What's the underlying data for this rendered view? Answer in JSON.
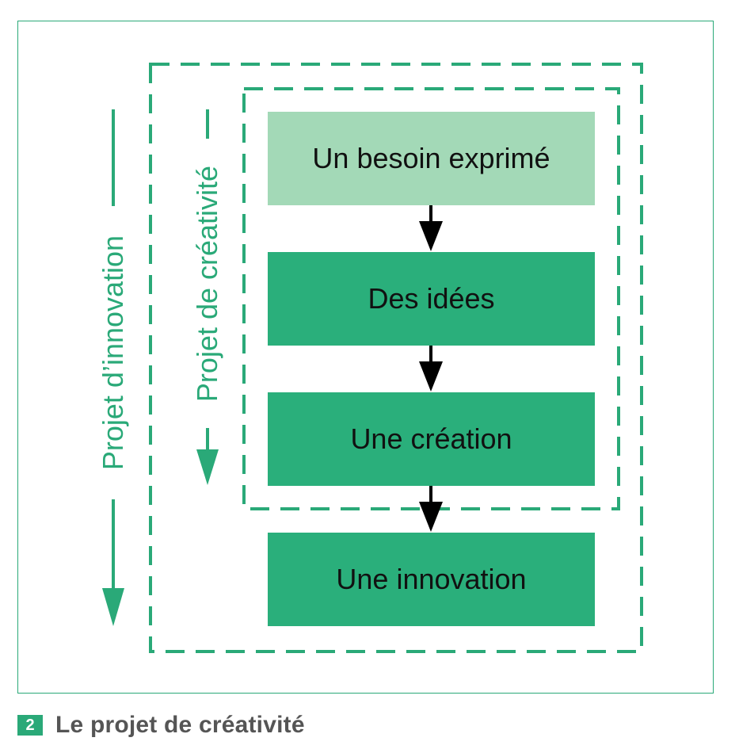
{
  "diagram": {
    "boxes": [
      {
        "label": "Un besoin exprimé",
        "shade": "light"
      },
      {
        "label": "Des idées",
        "shade": "dark"
      },
      {
        "label": "Une création",
        "shade": "dark"
      },
      {
        "label": "Une innovation",
        "shade": "dark"
      }
    ],
    "outer_scope_label": "Projet d’innovation",
    "inner_scope_label": "Projet de créativité"
  },
  "caption": {
    "number": "2",
    "title": "Le projet de créativité"
  },
  "colors": {
    "accent_green": "#2aa978",
    "box_light": "#a3d9b7",
    "box_dark": "#2aaf7b",
    "caption_text": "#555555"
  }
}
